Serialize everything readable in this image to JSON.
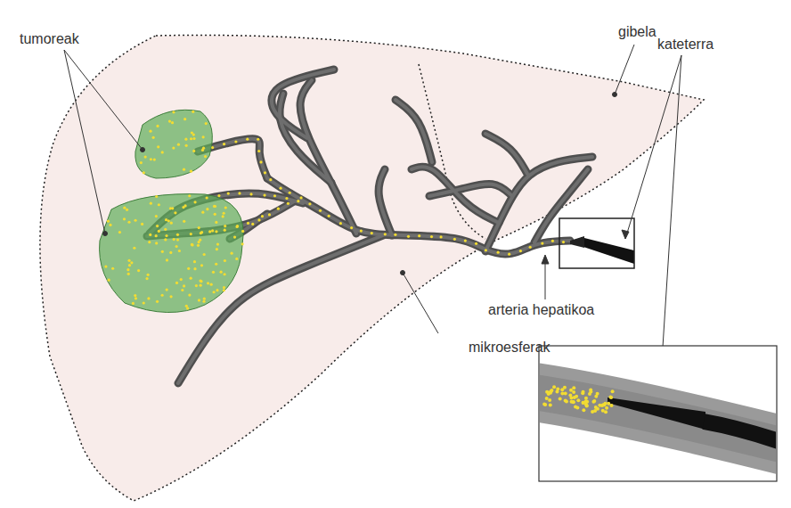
{
  "diagram": {
    "labels": [
      "tumoreak",
      "gibela",
      "kateterra",
      "arteria hepatikoa",
      "mikroesferak"
    ]
  }
}
